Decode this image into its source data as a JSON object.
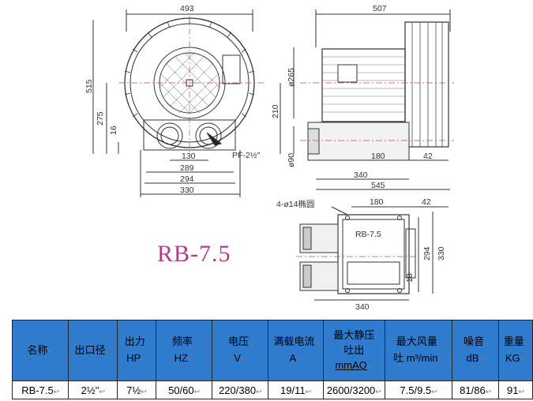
{
  "title": "RB-7.5",
  "colors": {
    "header_bg": "#2f7ccf",
    "title": "#b03a8c",
    "line": "#333333"
  },
  "dimensions": {
    "front_width": "493",
    "front_height": "515",
    "front_275": "275",
    "front_16": "16",
    "base_130": "130",
    "base_289": "289",
    "base_294": "294",
    "base_330": "330",
    "port_label": "PF-2½\"",
    "side_length": "507",
    "side_dia265": "ø265",
    "side_210": "210",
    "side_dia90": "ø90",
    "side_180": "180",
    "side_42": "42",
    "side_340": "340",
    "side_545": "545",
    "top_holes": "4-ø14椭圆",
    "top_180": "180",
    "top_42": "42",
    "top_model": "RB-7.5",
    "top_294": "294",
    "top_330": "330",
    "top_18": "18",
    "top_340": "340"
  },
  "table": {
    "headers": [
      {
        "l1": "名称",
        "l2": ""
      },
      {
        "l1": "出口径",
        "l2": ""
      },
      {
        "l1": "出力",
        "l2": "HP"
      },
      {
        "l1": "频率",
        "l2": "HZ"
      },
      {
        "l1": "电压",
        "l2": "V"
      },
      {
        "l1": "满载电流",
        "l2": "A"
      },
      {
        "l1": "最大静压",
        "l2": "吐出",
        "l3": "mmAQ"
      },
      {
        "l1": "最大风量",
        "l2": "吐 m³/min"
      },
      {
        "l1": "噪音",
        "l2": "dB"
      },
      {
        "l1": "重量",
        "l2": "KG"
      }
    ],
    "row": [
      "RB-7.5",
      "2½\"",
      "7½",
      "50/60",
      "220/380",
      "19/11",
      "2600/3200",
      "7.5/9.5",
      "81/86",
      "91"
    ]
  }
}
